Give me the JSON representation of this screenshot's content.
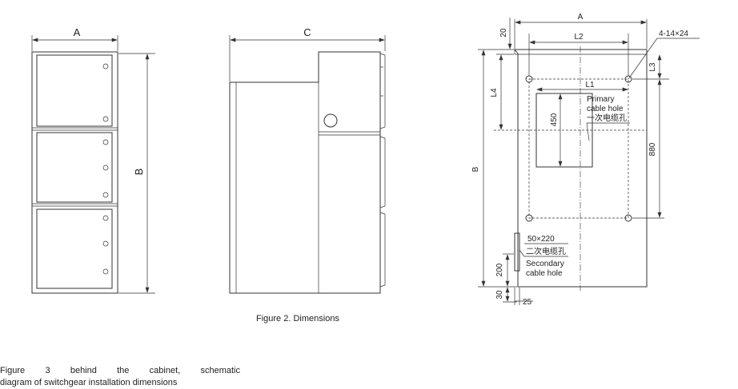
{
  "figure1": {
    "dim_width": "A",
    "dim_height": "B"
  },
  "figure2": {
    "dim_depth": "C",
    "caption": "Figure 2. Dimensions"
  },
  "figure3": {
    "dim_width": "A",
    "dim_l1": "L1",
    "dim_l2": "L2",
    "dim_l3": "L3",
    "dim_l4": "L4",
    "dim_height": "B",
    "dim_top": "20",
    "dim_hole_height": "450",
    "dim_mount_spacing": "880",
    "dim_secondary_height": "200",
    "dim_bottom": "30",
    "dim_secondary_offset": "25",
    "mount_holes": "4-14×24",
    "primary_hole_en_1": "Primary",
    "primary_hole_en_2": "cable hole",
    "primary_hole_cn": "一次电缆孔",
    "secondary_size": "50×220",
    "secondary_hole_cn": "二次电缆孔",
    "secondary_hole_en_1": "Secondary",
    "secondary_hole_en_2": "cable hole",
    "caption_line1": "Figure 3 behind the cabinet, schematic",
    "caption_line2": "diagram of switchgear installation dimensions"
  }
}
